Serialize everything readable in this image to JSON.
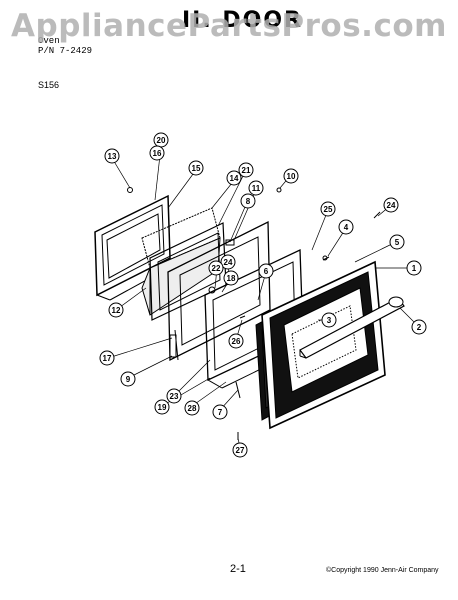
{
  "header": {
    "watermark": "AppliancePartsPros.com",
    "title": "II. DOOR",
    "line1": "",
    "line2": "Oven",
    "part_number": "P/N 7-2429",
    "code": "S156"
  },
  "footer": {
    "page": "2-1",
    "copyright": "©Copyright 1990 Jenn-Air Company"
  },
  "callouts": [
    "1",
    "2",
    "3",
    "4",
    "5",
    "6",
    "7",
    "8",
    "9",
    "10",
    "11",
    "12",
    "13",
    "14",
    "15",
    "16",
    "17",
    "18",
    "19",
    "20",
    "21",
    "22",
    "23",
    "24",
    "24",
    "25",
    "26",
    "27",
    "28"
  ]
}
